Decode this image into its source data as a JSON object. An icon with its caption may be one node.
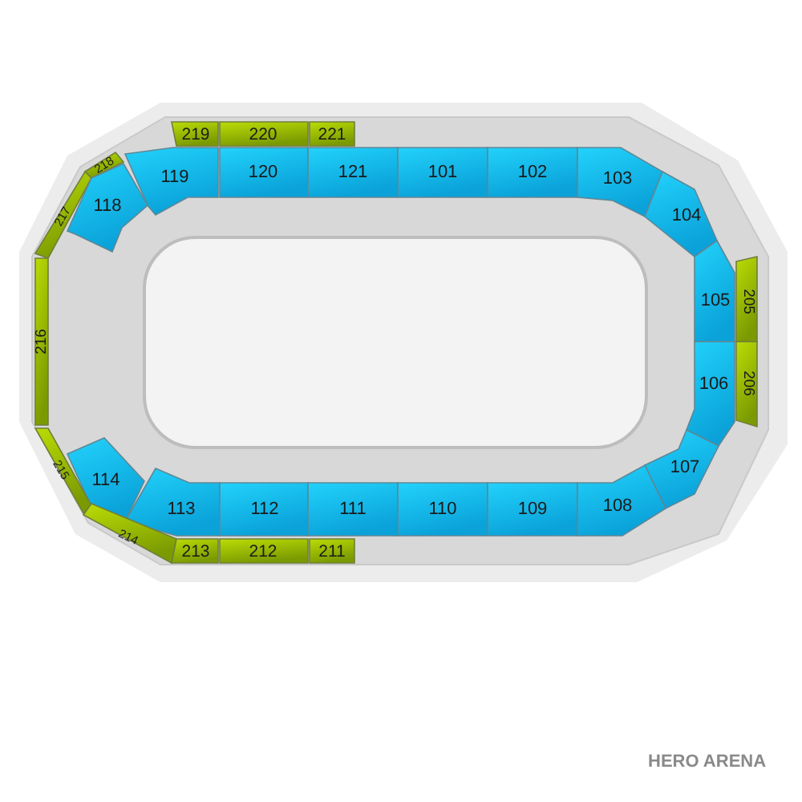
{
  "diagram": {
    "nodes": [
      {
        "text": [
          "219"
        ]
      },
      {
        "text": [
          "220"
        ]
      },
      {
        "text": [
          "221"
        ]
      },
      {
        "text": [
          "218"
        ]
      },
      {
        "text": [
          "119"
        ]
      },
      {
        "text": [
          "120"
        ]
      },
      {
        "text": [
          "121"
        ]
      },
      {
        "text": [
          "101"
        ]
      },
      {
        "text": [
          "102"
        ]
      },
      {
        "text": [
          "103"
        ]
      },
      {
        "text": [
          "217"
        ]
      },
      {
        "text": [
          "118"
        ]
      },
      {
        "text": [
          "104"
        ]
      },
      {
        "text": [
          "105"
        ]
      },
      {
        "text": [
          "205"
        ]
      },
      {
        "text": [
          "216"
        ]
      },
      {
        "text": [
          "106"
        ]
      },
      {
        "text": [
          "206"
        ]
      },
      {
        "text": [
          "107"
        ]
      },
      {
        "text": [
          "114"
        ]
      },
      {
        "text": [
          "215"
        ]
      },
      {
        "text": [
          "113"
        ]
      },
      {
        "text": [
          "112"
        ]
      },
      {
        "text": [
          "111"
        ]
      },
      {
        "text": [
          "110"
        ]
      },
      {
        "text": [
          "109"
        ]
      },
      {
        "text": [
          "108"
        ]
      },
      {
        "text": [
          "214"
        ]
      },
      {
        "text": [
          "213"
        ]
      },
      {
        "text": [
          "212"
        ]
      },
      {
        "text": [
          "211"
        ]
      }
    ],
    "labels": [
      "HERO ARENA"
    ]
  }
}
